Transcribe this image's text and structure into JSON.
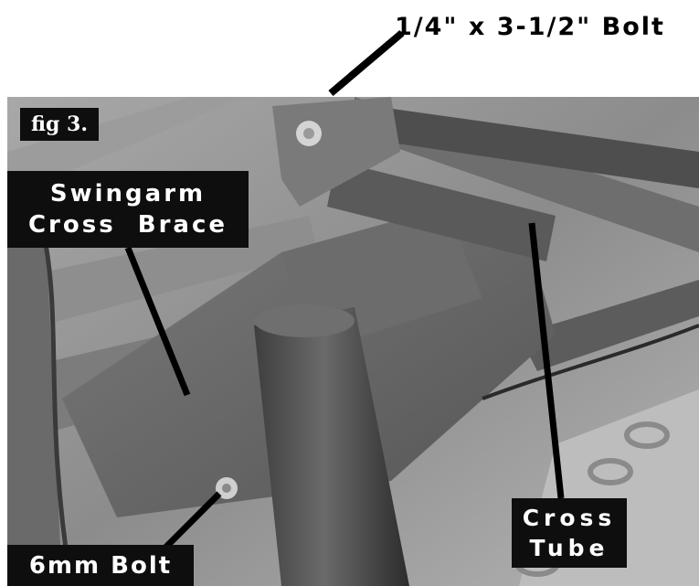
{
  "figure_label": "fig 3.",
  "callouts": {
    "top_bolt": "1/4\" x 3-1/2\" Bolt",
    "swingarm_brace": [
      "Swingarm",
      "Cross  Brace"
    ],
    "cross_tube": [
      "Cross",
      "Tube"
    ],
    "small_bolt": "6mm Bolt"
  },
  "colors": {
    "label_box": "#0e0e0e",
    "label_text": "#ffffff",
    "leader_line": "#000000",
    "photo_base": "#8a8a8a"
  }
}
